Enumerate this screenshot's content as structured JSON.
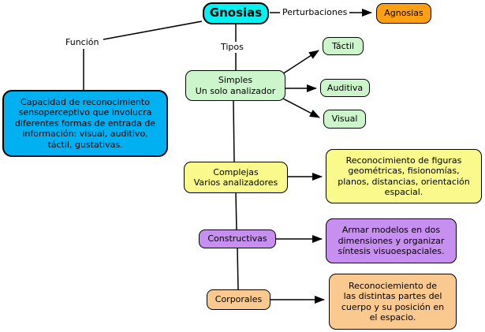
{
  "diagram_title": "Gnosias",
  "labels": {
    "funcion": "Función",
    "tipos": "Tipos",
    "perturbaciones": "Perturbaciones"
  },
  "nodes": {
    "gnosias": {
      "label": "Gnosias",
      "bg": "#00F2F2"
    },
    "agnosias": {
      "label": "Agnosias",
      "bg": "#FFA014"
    },
    "funcion_desc": {
      "label": "Capacidad de reconocimiento\nsensoperceptivo que involucra\ndiferentes formas de entrada de\ninformación: visual, auditivo,\ntáctil, gustativas.",
      "bg": "#00B0F0"
    },
    "simples": {
      "label": "Simples\nUn solo analizador",
      "bg": "#CCF5CC"
    },
    "tactil": {
      "label": "Táctil",
      "bg": "#CCF5CC"
    },
    "auditiva": {
      "label": "Auditiva",
      "bg": "#CCF5CC"
    },
    "visual": {
      "label": "Visual",
      "bg": "#CCF5CC"
    },
    "complejas": {
      "label": "Complejas\nVarios analizadores",
      "bg": "#F9F98C"
    },
    "complejas_desc": {
      "label": "Reconocimiento de figuras\ngeométricas, fisionomías,\nplanos, distancias, orientación\nespacial.",
      "bg": "#F9F98C"
    },
    "constructivas": {
      "label": "Constructivas",
      "bg": "#C78FF0"
    },
    "constructivas_desc": {
      "label": "Armar modelos en dos\ndimensiones y organizar\nsíntesis visuoespaciales.",
      "bg": "#C78FF0"
    },
    "corporales": {
      "label": "Corporales",
      "bg": "#F9C98F"
    },
    "corporales_desc": {
      "label": "Reconociemiento de\nlas distintas partes del\ncuerpo y su posición en\nel espacio.",
      "bg": "#F9C98F"
    }
  },
  "edge_color": "#000000"
}
